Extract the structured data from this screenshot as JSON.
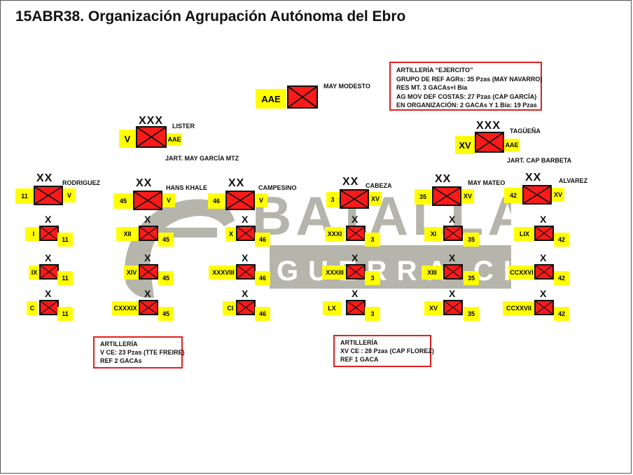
{
  "title": "15ABR38. Organización Agrupación Autónoma del Ebro",
  "watermark": {
    "line1": "BATALLAS",
    "line2": "GUERRA CIVIL"
  },
  "aae": {
    "tag": "AAE",
    "commander": "MAY MODESTO"
  },
  "art_ejercito": {
    "lines": [
      "ARTILLERÍA “EJERCITO”",
      "GRUPO DE REF AGRs: 35 Pzas  (MAY NAVARRO)",
      "RES MT. 3 GACAs+I Bía",
      "AG MOV DEF COSTAS: 27 Pzas (CAP GARCÍA)",
      "EN ORGANIZACIÓN:  2 GACAs Y 1 Bía: 19 Pzas"
    ]
  },
  "corps_v": {
    "left": "V",
    "right": "AAE",
    "echelon": "XXX",
    "commander": "LISTER",
    "artillery": "JART. MAY GARCÍA MTZ"
  },
  "corps_xv": {
    "left": "XV",
    "right": "AAE",
    "echelon": "XXX",
    "commander": "TAGÜEÑA",
    "artillery": "JART. CAP BARBETA"
  },
  "divisions": [
    {
      "left": "11",
      "right": "V",
      "commander": "RODRIGUEZ",
      "brigades": [
        {
          "l": "I",
          "r": "11"
        },
        {
          "l": "IX",
          "r": "11"
        },
        {
          "l": "C",
          "r": "11"
        }
      ]
    },
    {
      "left": "45",
      "right": "V",
      "commander": "HANS KHALE",
      "brigades": [
        {
          "l": "XII",
          "r": "45"
        },
        {
          "l": "XIV",
          "r": "45"
        },
        {
          "l": "CXXXIX",
          "r": "45"
        }
      ]
    },
    {
      "left": "46",
      "right": "V",
      "commander": "CAMPESINO",
      "brigades": [
        {
          "l": "X",
          "r": "46"
        },
        {
          "l": "XXXVIII",
          "r": "46"
        },
        {
          "l": "CI",
          "r": "46"
        }
      ]
    },
    {
      "left": "3",
      "right": "XV",
      "commander": "CABEZA",
      "brigades": [
        {
          "l": "XXXI",
          "r": "3"
        },
        {
          "l": "XXXIII",
          "r": "3"
        },
        {
          "l": "LX",
          "r": "3"
        }
      ]
    },
    {
      "left": "35",
      "right": "XV",
      "commander": "MAY MATEO",
      "brigades": [
        {
          "l": "XI",
          "r": "35"
        },
        {
          "l": "XIII",
          "r": "35"
        },
        {
          "l": "XV",
          "r": "35"
        }
      ]
    },
    {
      "left": "42",
      "right": "XV",
      "commander": "ALVAREZ",
      "brigades": [
        {
          "l": "LIX",
          "r": "42"
        },
        {
          "l": "CCXXVI",
          "r": "42"
        },
        {
          "l": "CCXXVII",
          "r": "42"
        }
      ]
    }
  ],
  "div_echelon": "XX",
  "brig_echelon": "X",
  "art_v": {
    "lines": [
      "ARTILLERÍA",
      "V CE: 23 Pzas (TTE FREIRE)",
      "REF 2 GACAs"
    ]
  },
  "art_xv": {
    "lines": [
      "ARTILLERÍA",
      "XV CE : 28 Pzas (CAP FLOREZ)",
      "REF 1  GACA"
    ]
  },
  "colors": {
    "unit_fill": "#ff1a1a",
    "label_bg": "#ffff00",
    "box_border": "#e02020",
    "watermark": "#b5b5ac"
  }
}
